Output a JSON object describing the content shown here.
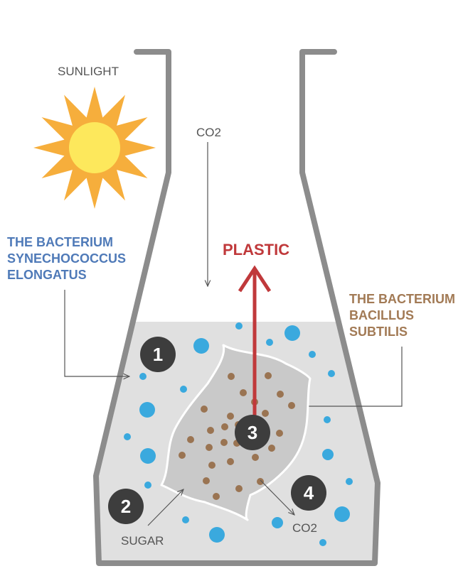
{
  "labels": {
    "sunlight": "SUNLIGHT",
    "co2_top": "CO2",
    "plastic": "PLASTIC",
    "synechococcus": [
      "THE BACTERIUM",
      "SYNECHOCOCCUS",
      "ELONGATUS"
    ],
    "bacillus": [
      "THE BACTERIUM",
      "BACILLUS",
      "SUBTILIS"
    ],
    "sugar": "SUGAR",
    "co2_bottom": "CO2"
  },
  "steps": [
    "1",
    "2",
    "3",
    "4"
  ],
  "colors": {
    "flask_outline": "#8c8c8c",
    "liquid": "#e0e0e0",
    "cell_fill": "#c9c9c9",
    "blue_bacteria": "#3aa9de",
    "brown_bacteria": "#9a7452",
    "synechococcus_label": "#4f7ab8",
    "bacillus_label": "#a27a55",
    "plastic": "#c0393b",
    "sun_rays": "#f6ae3c",
    "sun_core": "#fde85c",
    "step_circle": "#3d3d3d",
    "pointer_line": "#555555"
  }
}
